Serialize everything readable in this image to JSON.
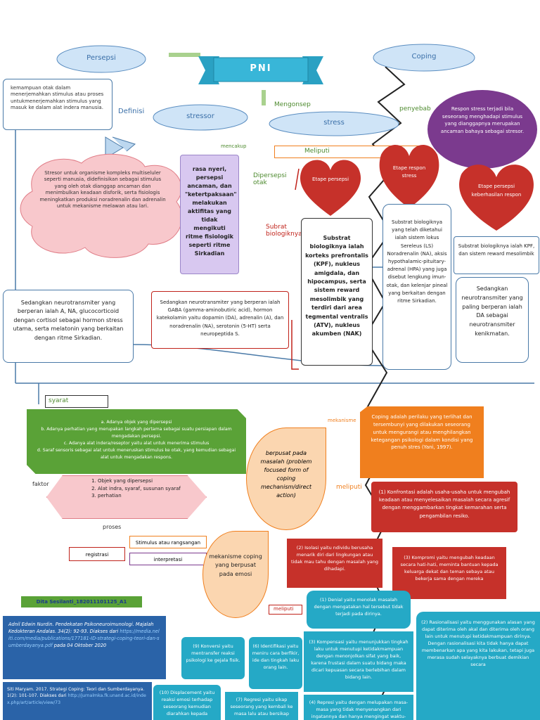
{
  "center": {
    "title": "PNI"
  },
  "clouds": {
    "persepsi": "Persepsi",
    "coping": "Coping",
    "stressor": "stressor",
    "stress": "stress"
  },
  "labels": {
    "definisi": "Definisi",
    "mengonsep": "Mengonsep",
    "penyebab": "penyebab",
    "mencakup": "mencakup",
    "meliputi": "Meliputi",
    "dipersepsi": "Dipersepsi otak",
    "subrat": "Subrat biologiknya",
    "syarat": "syarat",
    "faktor": "faktor",
    "proses": "proses",
    "mekanisme": "mekanisme",
    "meliputi2": "meliputi",
    "meliputi3": "meliputi"
  },
  "texts": {
    "persepsi_def": "kemampuan otak dalam menerjemahkan stimulus atau proses untukmenerjemahkan stimulus yang masuk ke dalam alat indera manusia.",
    "coping_cause": "Respon stress terjadi bila seseorang menghadapi stimulus yang dianggapnya merupakan ancaman bahaya sebagai stresor.",
    "stressor_def": "Stresor untuk organisme kompleks multiseluler seperti manusia, didefinisikan sebagai stimulus yang oleh otak dianggap ancaman dan menimbulkan keadaan disforik, serta fisiologis meningkatkan produksi noradrenalin dan adrenalin untuk mekanisme melawan atau lari.",
    "stressor_includes": "rasa nyeri, persepsi ancaman, dan \"ketertpaksaan\" melakukan aktifitas yang tidak mengikuti ritme fisiologik seperti ritme Sirkadian",
    "neuro_left": "Sedangkan neurotransmiter yang berperan ialah A, NA, glucocorticoid dengan cortisol sebagai hormon stress utama, serta melatonin yang berkaitan dengan ritme Sirkadian.",
    "neuro_mid": "Sedangkan neurotransmiter yang berperan ialah GABA (gamma-aminobutiric acid), hormon katekolamin yaitu dopamin (DA), adrenalin (A), dan noradrenalin (NA), serotonin (5-HT) serta neuropeptida S.",
    "stage1": "Etape persepsi",
    "stage2": "Etape respon stress",
    "stage3": "Etape persepsi keberhasilan respon",
    "substrat1": "Substrat biologiknya ialah korteks prefrontalis (KPF), nukleus amigdala, dan hipocampus, serta sistem reward mesolimbik yang terdiri dari area tegmental ventralis (ATV), nukleus akumben (NAK)",
    "substrat2": "Substrat biologiknya yang telah diketahui ialah sistem lokus Sereleus (LS) Noradrenalin (NA), aksis hypothalamic-pituitary-adrenal (HPA) yang juga disebut lengkung imun-otak, dan kelenjar pineal yang berkaitan dengan ritme Sirkadian.",
    "substrat3": "Substrat biologiknya ialah KPF, dan sistem reward mesolimbik",
    "neuro_right": "Sedangkan neurotransmiter yang paling berperan ialah DA sebagai neurotransmiter kenikmatan.",
    "syarat_text": "a. Adanya objek yang dipersepsi\nb. Adanya perhatian yang merupakan langkah pertama sebagai suatu persiapan dalam mengadakan persepsi.\nc. Adanya alat indera/reseptor yaitu alat untuk menerima stimulus\nd. Saraf sensoris sebagai alat untuk meneruskan stimulus ke otak, yang kemudian sebagai alat untuk mengadakan respons.",
    "faktor_items": [
      "Objek yang dipersepsi",
      "Alat indra, syaraf, susunan syaraf",
      "perhatian"
    ],
    "proses_items": [
      "registrasi",
      "Stimulus atau rangsangan",
      "interpretasi"
    ],
    "coping_def": "Coping adalah perilaku yang terlihat dan tersembunyi yang dilakukan seseorang untuk mengurangi atau menghilangkan ketegangan psikologi dalam kondisi yang penuh stres (Yani, 1997).",
    "problem_focus": "berpusat pada masalah (problem focused form of coping mechanism/direct action)",
    "emotion_focus": "mekanisme coping yang berpusat pada emosi",
    "m1": "(1) Konfrontasi adalah usaha-usaha untuk mengubah keadaan atau menyelesaikan masalah secara agresif dengan menggambarkan tingkat kemarahan serta pengambilan resiko.",
    "m2": "(2) Isolasi yaitu ndividu berusaha menarik diri dari lingkungan atau tidak mau tahu dengan masalah yang dihadapi.",
    "m3": "(3) Kompromi yaitu mengubah keadaan secara hati-hati, meminta bantuan kepada keluarga dekat dan teman sebaya atau bekerja sama dengan mereka",
    "e1": "(1) Denial yaitu menolak masalah dengan mengatakan hal tersebut tidak terjadi pada dirinya.",
    "e2": "(2) Rasionalisasi yaitu menggunakan alasan yang dapat diterima oleh akal dan diterima oleh orang lain untuk menutupi ketidakmampuan dirinya. Dengan rasionalisasi kita tidak hanya dapat membenarkan apa yang kita lakukan, tetapi juga merasa sudah selayaknya berbuat demikian secara",
    "e3": "(3) Kompensasi yaitu menunjukkan tingkah laku untuk menutupi ketidakmampuan dengan menonjolkan sifat yang baik, karena frustasi dalam suatu bidang maka dicari kepuasan secara berlebihan dalam bidang lain.",
    "e4": "(4) Represi yaitu dengan melupakan masa-masa yang tidak menyenangkan dari ingatannya dan hanya mengingat waktu-waktu",
    "e6": "(6) Identifikasi yaitu meniru cara berfikir, ide dan tingkah laku orang lain.",
    "e7": "(7) Regresi yaitu sikap seseorang yang kembali ke masa lalu atau bersikap",
    "e9": "(9) Konversi yaitu mentransfer reaksi psikologi ke gejala fisik.",
    "e10": "(10) Displacement yaitu reaksi emosi terhadap seseorang kemudian diarahkan kepada"
  },
  "author": "Dita Sesilanti_182011101125_A1",
  "refs": {
    "ref1_text": "Adnil Edwin Nurdin. Pendekatan Psikoneuroimunologi. Majalah Kedokteran Andalas. 34(2): 92-93. Diakses dari",
    "ref1_link": "https://media.neliti.com/media/publications/177181-ID-strategi-coping-teori-dan-sumberdayanya.pdf",
    "ref1_date": "pada 04 Oktober 2020",
    "ref2_text": "Siti Maryam. 2017. Strategi Coping: Teori dan Sumberdayanya. 1(2): 101-107. Diakses dari",
    "ref2_link": "http://jurnalmka.fk.unand.ac.id/index.php/art/article/view/73"
  },
  "colors": {
    "teal": "#25a9c6",
    "red": "#c6312a",
    "orange": "#f07f1e",
    "green": "#5aa237",
    "purple": "#7b3a8e",
    "pink": "#f8c8cc",
    "lavender": "#d8c8f0"
  }
}
